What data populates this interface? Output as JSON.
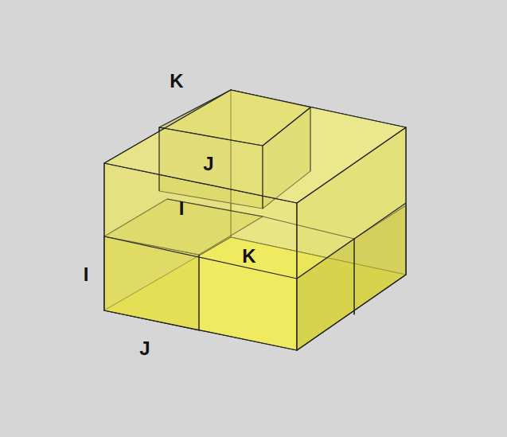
{
  "diagram": {
    "labels": [
      "K",
      "J",
      "I",
      "I",
      "K",
      "J"
    ]
  }
}
